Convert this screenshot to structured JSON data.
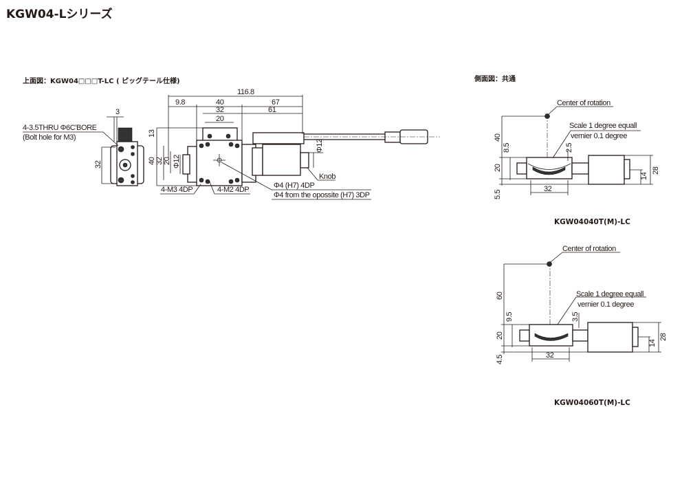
{
  "page_title": "KGW04-Lシリーズ",
  "top_view": {
    "heading": "上面図：KGW04□□□T-LC ( ピッグテール仕様)",
    "bolt_hole_label": "4-3.5THRU Φ6C'BORE",
    "bolt_hole_note": "(Bolt hole for M3)",
    "dims": {
      "end_width": "3",
      "end_height": "32",
      "overall": "116.8",
      "offset": "9.8",
      "body": "40",
      "motor": "67",
      "hole_pitch": "32",
      "motor_inner": "61",
      "top_width": "20",
      "side_13": "13",
      "side_40": "40",
      "side_32": "32",
      "side_20": "20",
      "phi12_left": "Φ12",
      "phi12_right": "Φ12"
    },
    "labels": {
      "m3": "4-M3 4DP",
      "m2": "4-M2 4DP",
      "pin1": "Φ4 (H7) 4DP",
      "pin2": "Φ4 from the opossite (H7) 3DP",
      "knob": "Knob"
    }
  },
  "side_view": {
    "heading": "側面図：共通",
    "models": [
      {
        "name": "KGW04040T(M)-LC",
        "center_label": "Center of rotation",
        "scale_label": "Scale 1 degree equall",
        "vernier_label": "vernier 0.1 degree",
        "dims": {
          "height": "40",
          "a": "8.5",
          "b": "2.5",
          "thick": "20",
          "bottom": "5.5",
          "pitch": "32",
          "h14": "14",
          "h28": "28"
        }
      },
      {
        "name": "KGW04060T(M)-LC",
        "center_label": "Center of rotation",
        "scale_label": "Scale 1 degree equall",
        "vernier_label": "vernier 0.1 degree",
        "dims": {
          "height": "60",
          "a": "9.5",
          "b": "3.5",
          "thick": "20",
          "bottom": "4.5",
          "pitch": "32",
          "h14": "14",
          "h28": "28"
        }
      }
    ]
  }
}
